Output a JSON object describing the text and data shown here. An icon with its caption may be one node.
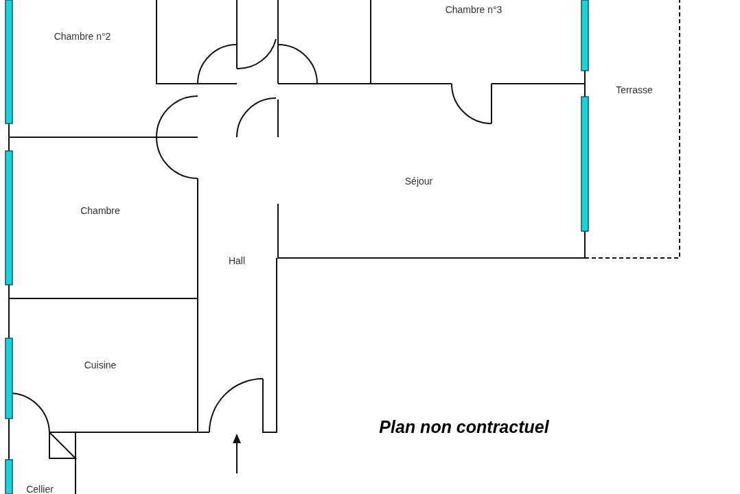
{
  "diagram": {
    "labels": [
      "Chambre n°2",
      "Chambre n°3",
      "Terrasse",
      "Séjour",
      "Chambre",
      "Hall",
      "Cuisine",
      "Plan non contractuel",
      "Cellier"
    ]
  }
}
